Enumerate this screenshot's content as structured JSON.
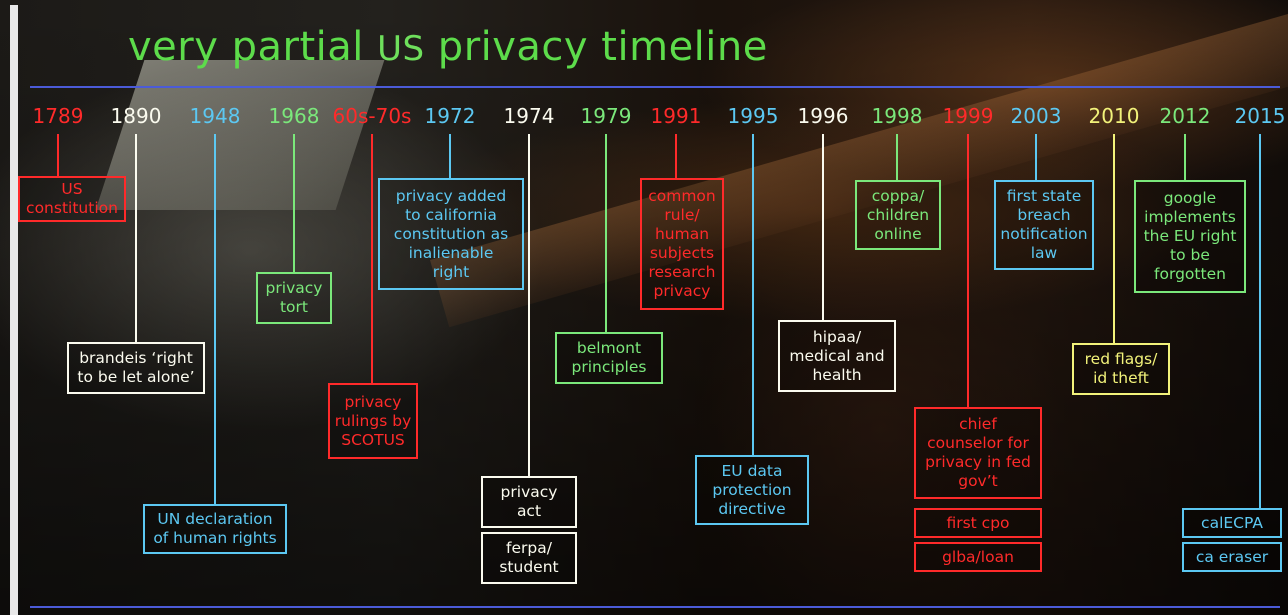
{
  "title": {
    "main": "very partial",
    "us": "US",
    "rest": "privacy timeline"
  },
  "colors": {
    "red": "#ff2a2a",
    "yellow": "#f2f27a",
    "cyan": "#5cc8f2",
    "green": "#7be87b",
    "white": "#fbfbef",
    "rule": "#4b5bd8",
    "title": "#5ddc4b"
  },
  "events": [
    {
      "year": "1789",
      "color": "red",
      "boxes": [
        "US\nconstitution"
      ]
    },
    {
      "year": "1890",
      "color": "white",
      "boxes": [
        "brandeis ‘right\nto be let alone’"
      ]
    },
    {
      "year": "1948",
      "color": "cyan",
      "boxes": [
        "UN declaration\nof human rights"
      ]
    },
    {
      "year": "1968",
      "color": "green",
      "boxes": [
        "privacy\ntort"
      ]
    },
    {
      "year": "60s-70s",
      "color": "red",
      "boxes": [
        "privacy\nrulings by\nSCOTUS"
      ]
    },
    {
      "year": "1972",
      "color": "cyan",
      "boxes": [
        "privacy added\nto california\nconstitution as\ninalienable\nright"
      ]
    },
    {
      "year": "1974",
      "color": "white",
      "boxes": [
        "privacy\nact",
        "ferpa/\nstudent"
      ]
    },
    {
      "year": "1979",
      "color": "green",
      "boxes": [
        "belmont\nprinciples"
      ]
    },
    {
      "year": "1991",
      "color": "red",
      "boxes": [
        "common\nrule/\nhuman\nsubjects\nresearch\nprivacy"
      ]
    },
    {
      "year": "1995",
      "color": "cyan",
      "boxes": [
        "EU data\nprotection\ndirective"
      ]
    },
    {
      "year": "1996",
      "color": "white",
      "boxes": [
        "hipaa/\nmedical and\nhealth"
      ]
    },
    {
      "year": "1998",
      "color": "green",
      "boxes": [
        "coppa/\nchildren\nonline"
      ]
    },
    {
      "year": "1999",
      "color": "red",
      "boxes": [
        "chief\ncounselor for\nprivacy in fed\ngov’t",
        "first cpo",
        "glba/loan"
      ]
    },
    {
      "year": "2003",
      "color": "cyan",
      "boxes": [
        "first state\nbreach\nnotification\nlaw"
      ]
    },
    {
      "year": "2010",
      "color": "yellow",
      "boxes": [
        "red flags/\nid theft"
      ]
    },
    {
      "year": "2012",
      "color": "green",
      "boxes": [
        "google\nimplements\nthe EU right\nto be\nforgotten"
      ]
    },
    {
      "year": "2015",
      "color": "cyan",
      "boxes": [
        "calECPA",
        "ca eraser"
      ]
    }
  ]
}
